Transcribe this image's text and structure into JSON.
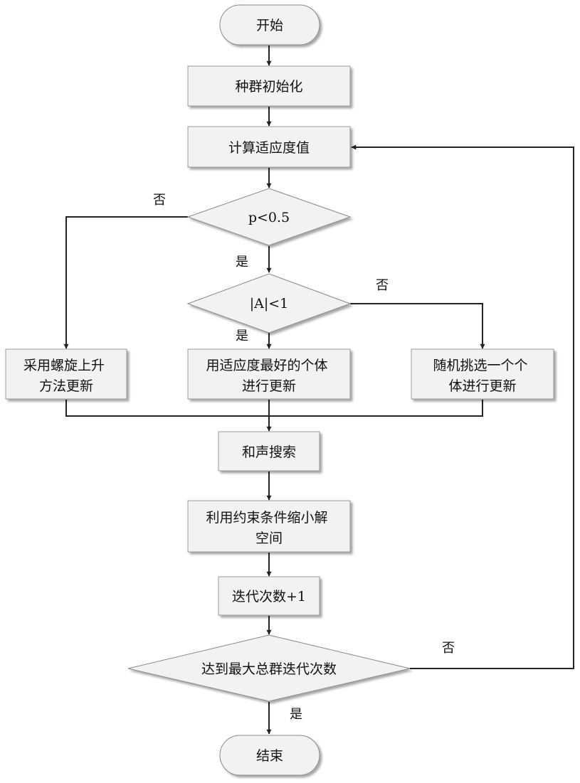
{
  "nodes": {
    "start": "开始",
    "init": "种群初始化",
    "fitness": "计算适应度值",
    "decision_p": "p<0.5",
    "decision_a": "|A|<1",
    "spiral": [
      "采用螺旋上升",
      "方法更新"
    ],
    "best": [
      "用适应度最好的个体",
      "进行更新"
    ],
    "random": [
      "随机挑选一个个",
      "体进行更新"
    ],
    "harmony": "和声搜索",
    "constraint": [
      "利用约束条件缩小解",
      "空间"
    ],
    "iterate": "迭代次数+1",
    "decision_max": "达到最大总群迭代次数",
    "end": "结束"
  },
  "edge_labels": {
    "p_no": "否",
    "p_yes": "是",
    "a_no": "否",
    "a_yes": "是",
    "max_no": "否",
    "max_yes": "是"
  }
}
